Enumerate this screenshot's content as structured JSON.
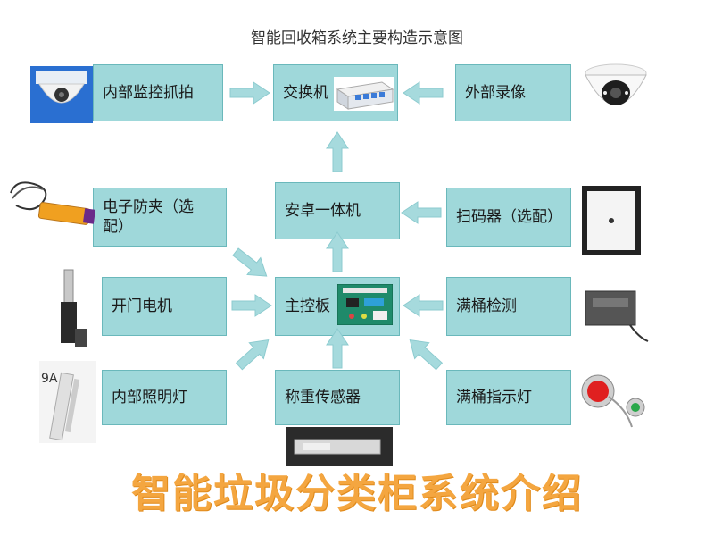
{
  "header": {
    "title": "智能回收箱系统主要构造示意图"
  },
  "nodes": {
    "internal_camera": "内部监控抓拍",
    "switch": "交换机",
    "external_record": "外部录像",
    "anti_pinch": "电子防夹（选配）",
    "android_pc": "安卓一体机",
    "scanner": "扫码器（选配）",
    "door_motor": "开门电机",
    "main_board": "主控板",
    "full_detect": "满桶检测",
    "light": "内部照明灯",
    "weight_sensor": "称重传感器",
    "full_indicator": "满桶指示灯"
  },
  "images": {
    "light_tag": "9A"
  },
  "footer": {
    "banner": "智能垃圾分类柜系统介绍"
  },
  "colors": {
    "box_fill": "#9fd8da",
    "box_border": "#6ab8bb",
    "arrow": "#a6dadd",
    "banner": "#f4a640"
  }
}
